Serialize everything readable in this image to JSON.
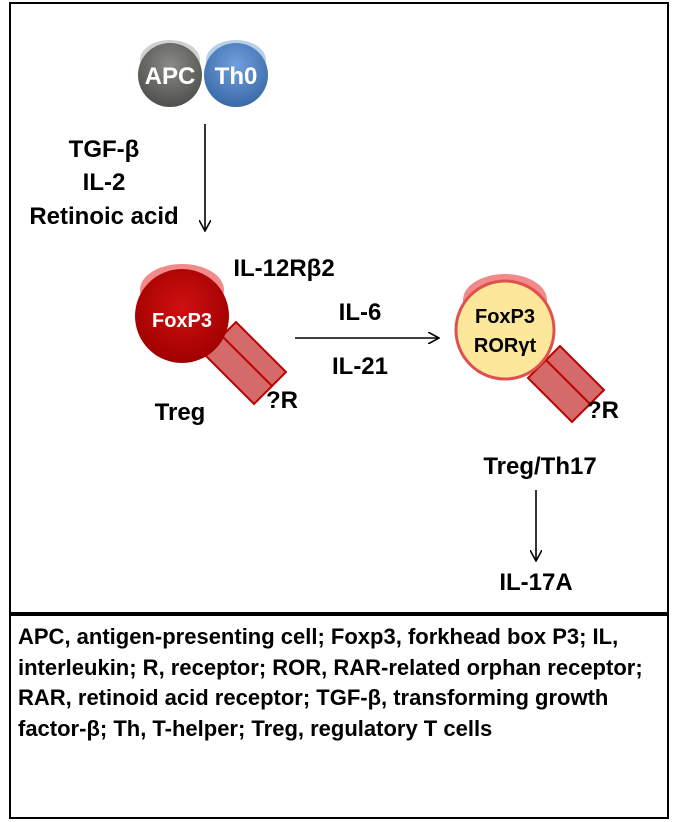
{
  "cells": {
    "apc": "APC",
    "th0": "Th0",
    "treg_marker": "FoxP3",
    "hybrid_marker_1": "FoxP3",
    "hybrid_marker_2": "RORγt"
  },
  "labels": {
    "inducers": [
      "TGF-β",
      "IL-2",
      "Retinoic acid"
    ],
    "il12r": "IL-12Rβ2",
    "il6": "IL-6",
    "il21": "IL-21",
    "treg": "Treg",
    "receptor_left": "?R",
    "receptor_right": "?R",
    "treg_th17": "Treg/Th17",
    "il17a": "IL-17A"
  },
  "legend": "APC, antigen-presenting cell; Foxp3, forkhead box P3; IL, interleukin; R, receptor; ROR, RAR-related orphan receptor; RAR, retinoid acid receptor; TGF-β, transforming growth factor-β; Th, T-helper; Treg, regulatory T cells",
  "colors": {
    "apc": "#5f5f5b",
    "th0": "#4a7fbf",
    "treg": "#c00000",
    "hybrid": "#fce79a",
    "hybrid_border": "#e05050",
    "receptor": "#d46a6a"
  }
}
